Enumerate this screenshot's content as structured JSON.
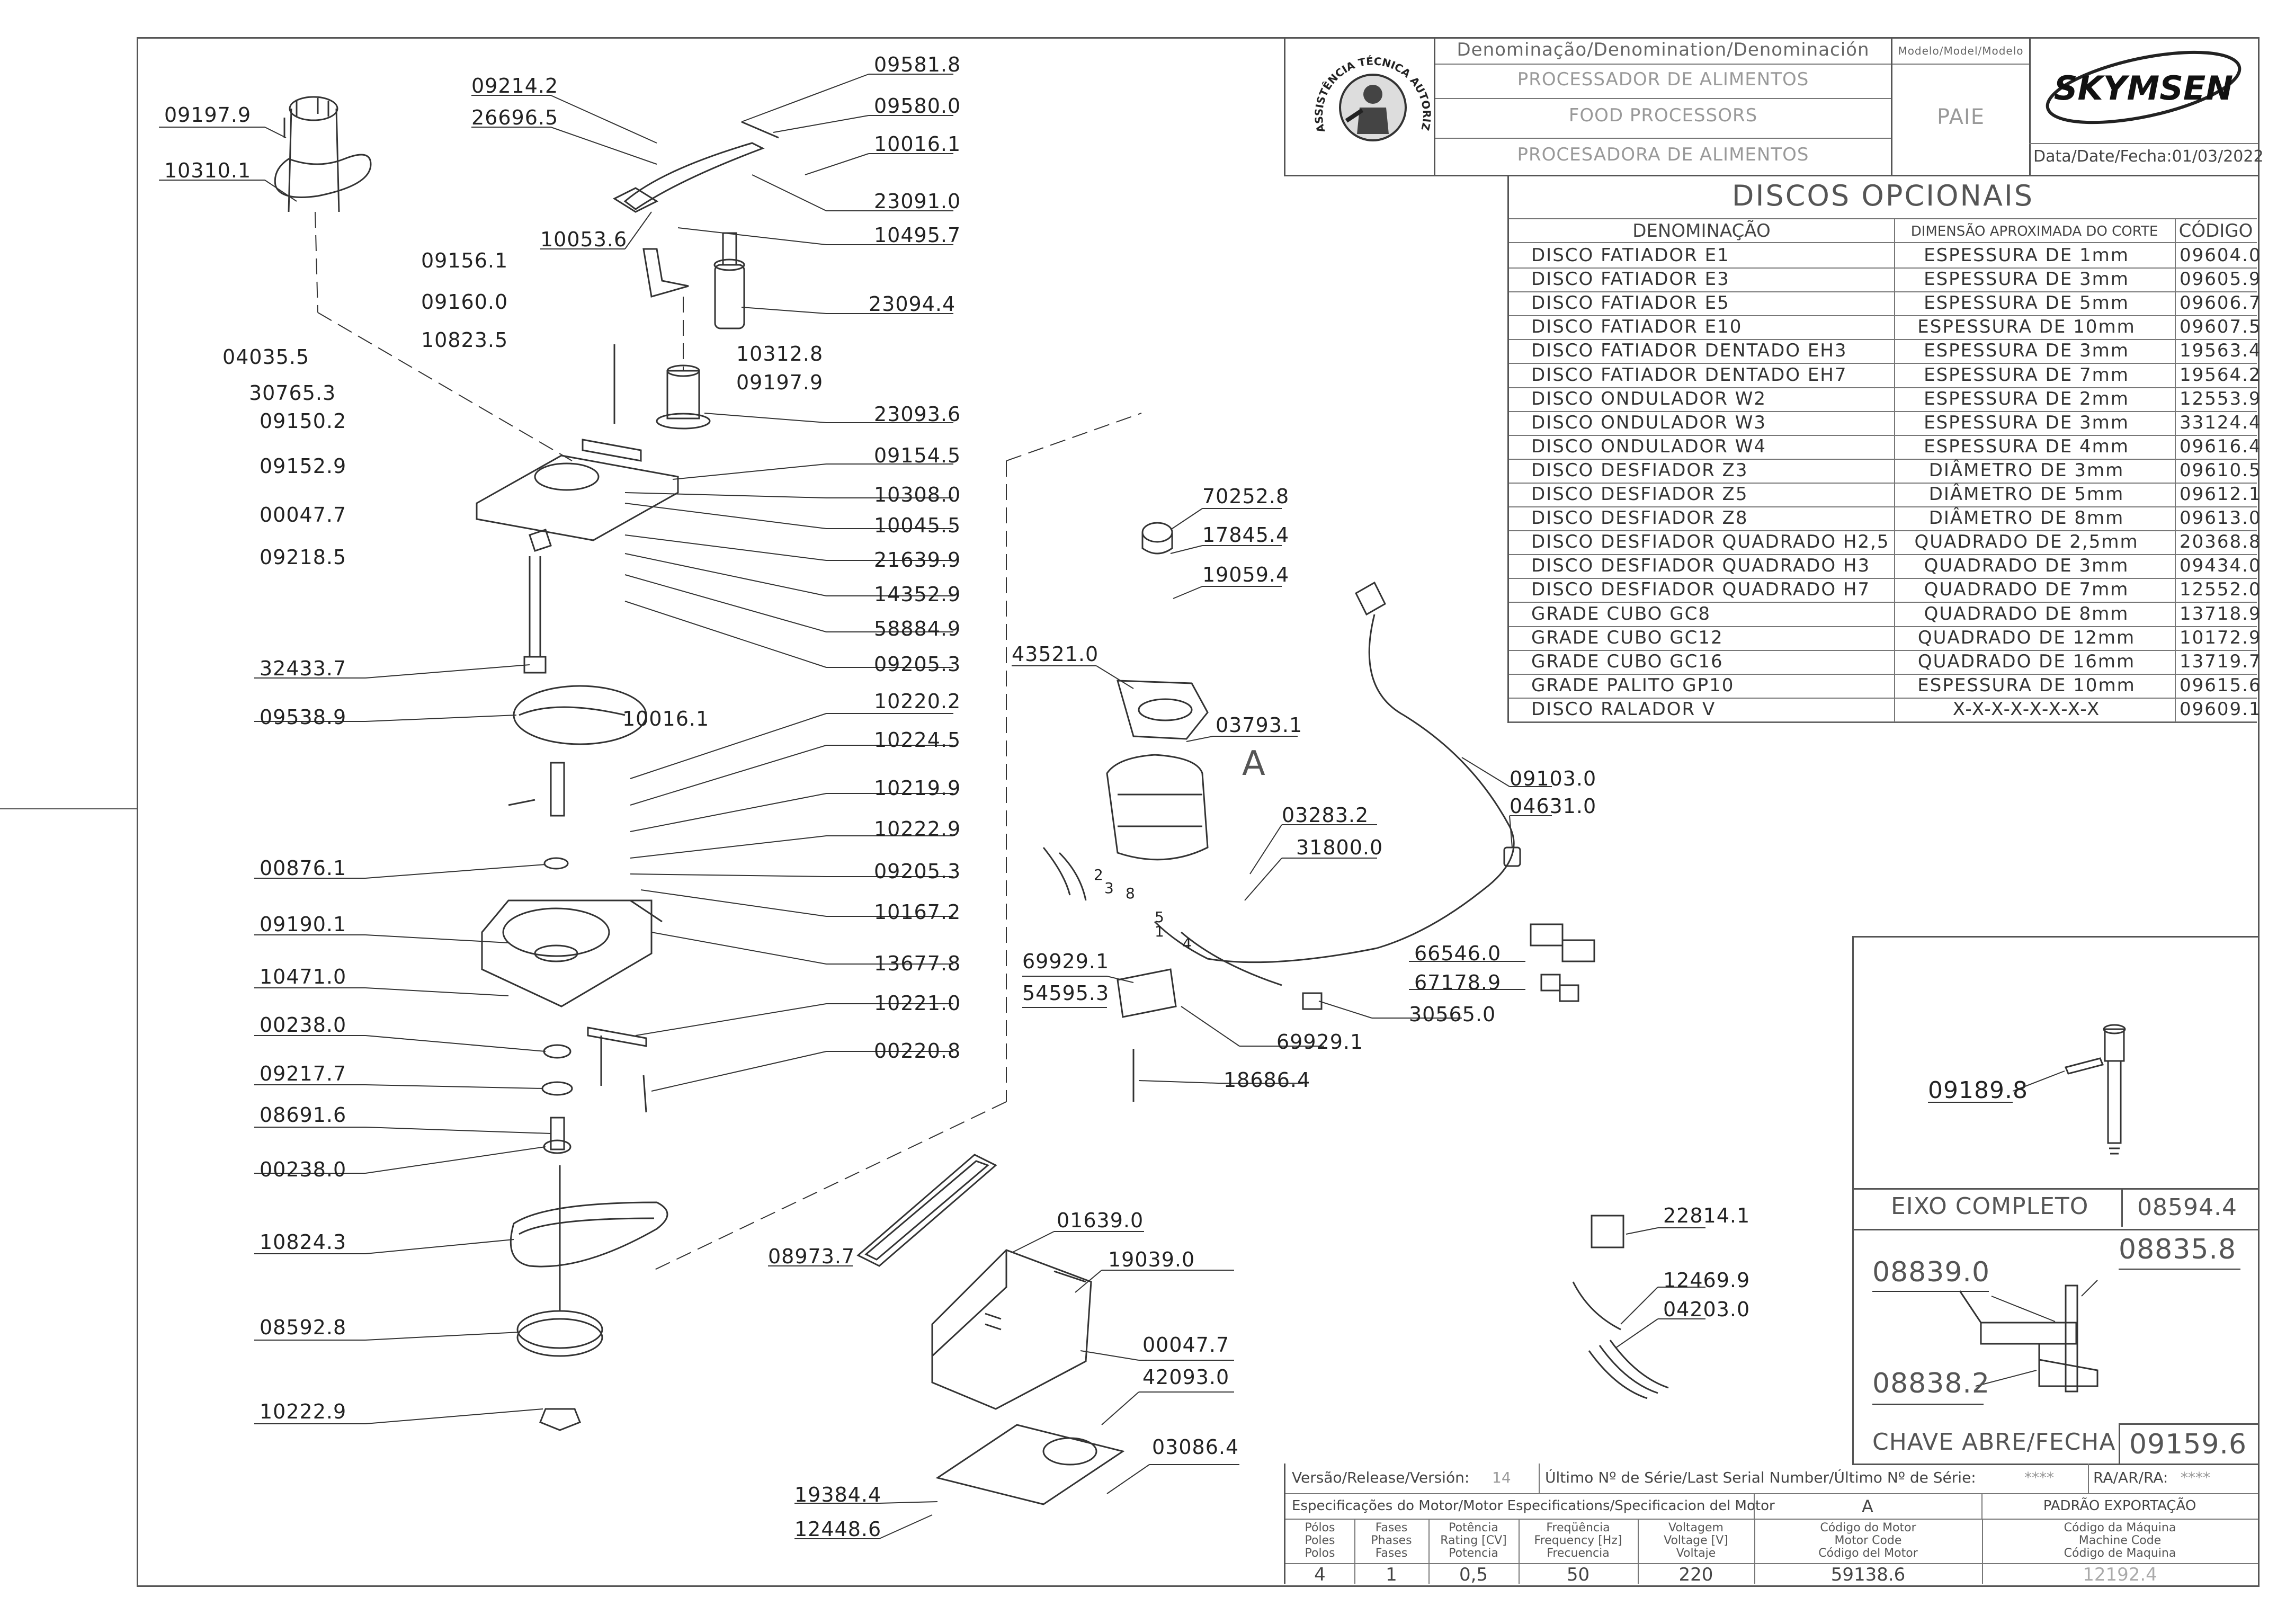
{
  "header": {
    "denomination_label": "Denominação/Denomination/Denominación",
    "model_label": "Modelo/Model/Modelo",
    "names": [
      "PROCESSADOR DE ALIMENTOS",
      "FOOD PROCESSORS",
      "PROCESADORA DE ALIMENTOS"
    ],
    "model": "PAIE",
    "brand": "SKYMSEN",
    "date_label": "Data/Date/Fecha:",
    "date": "01/03/2022",
    "seal_text": "ASSISTÊNCIA TÉCNICA AUTORIZADA"
  },
  "discs_table": {
    "title": "DISCOS OPCIONAIS",
    "headers": [
      "DENOMINAÇÃO",
      "DIMENSÃO APROXIMADA DO CORTE",
      "CÓDIGO"
    ],
    "rows": [
      [
        "DISCO FATIADOR E1",
        "ESPESSURA DE 1mm",
        "09604.0"
      ],
      [
        "DISCO FATIADOR E3",
        "ESPESSURA DE 3mm",
        "09605.9"
      ],
      [
        "DISCO FATIADOR E5",
        "ESPESSURA DE 5mm",
        "09606.7"
      ],
      [
        "DISCO FATIADOR E10",
        "ESPESSURA DE 10mm",
        "09607.5"
      ],
      [
        "DISCO FATIADOR DENTADO EH3",
        "ESPESSURA DE 3mm",
        "19563.4"
      ],
      [
        "DISCO FATIADOR DENTADO EH7",
        "ESPESSURA DE 7mm",
        "19564.2"
      ],
      [
        "DISCO ONDULADOR W2",
        "ESPESSURA DE 2mm",
        "12553.9"
      ],
      [
        "DISCO ONDULADOR W3",
        "ESPESSURA DE 3mm",
        "33124.4"
      ],
      [
        "DISCO ONDULADOR W4",
        "ESPESSURA DE 4mm",
        "09616.4"
      ],
      [
        "DISCO DESFIADOR Z3",
        "DIÂMETRO DE 3mm",
        "09610.5"
      ],
      [
        "DISCO DESFIADOR Z5",
        "DIÂMETRO DE 5mm",
        "09612.1"
      ],
      [
        "DISCO DESFIADOR Z8",
        "DIÂMETRO DE 8mm",
        "09613.0"
      ],
      [
        "DISCO DESFIADOR QUADRADO H2,5",
        "QUADRADO DE 2,5mm",
        "20368.8"
      ],
      [
        "DISCO DESFIADOR QUADRADO H3",
        "QUADRADO DE 3mm",
        "09434.0"
      ],
      [
        "DISCO DESFIADOR QUADRADO H7",
        "QUADRADO DE 7mm",
        "12552.0"
      ],
      [
        "GRADE CUBO GC8",
        "QUADRADO DE 8mm",
        "13718.9"
      ],
      [
        "GRADE CUBO GC12",
        "QUADRADO DE 12mm",
        "10172.9"
      ],
      [
        "GRADE CUBO GC16",
        "QUADRADO DE 16mm",
        "13719.7"
      ],
      [
        "GRADE PALITO GP10",
        "ESPESSURA DE 10mm",
        "09615.6"
      ],
      [
        "DISCO RALADOR V",
        "X-X-X-X-X-X-X-X",
        "09609.1"
      ]
    ]
  },
  "parts_left": [
    "09197.9",
    "10310.1",
    "09214.2",
    "26696.5",
    "09581.8",
    "09580.0",
    "10016.1",
    "23091.0",
    "10053.6",
    "10495.7",
    "09156.1",
    "09160.0",
    "10823.5",
    "04035.5",
    "30765.3",
    "09150.2",
    "23094.4",
    "10312.8",
    "09197.9",
    "23093.6",
    "09152.9",
    "09154.5",
    "00047.7",
    "10308.0",
    "10045.5",
    "09218.5",
    "21639.9",
    "14352.9",
    "58884.9",
    "09205.3",
    "32433.7",
    "09538.9",
    "10016.1",
    "10220.2",
    "10224.5",
    "10219.9",
    "10222.9",
    "00876.1",
    "09205.3",
    "10167.2",
    "09190.1",
    "13677.8",
    "10471.0",
    "10221.0",
    "00238.0",
    "00220.8",
    "09217.7",
    "08691.6",
    "00238.0",
    "10824.3",
    "08592.8",
    "10222.9"
  ],
  "parts_motor": [
    "70252.8",
    "17845.4",
    "19059.4",
    "43521.0",
    "03793.1",
    "09103.0",
    "04631.0",
    "03283.2",
    "31800.0",
    "66546.0",
    "67178.9",
    "69929.1",
    "54595.3",
    "30565.0",
    "69929.1",
    "18686.4"
  ],
  "parts_base": [
    "01639.0",
    "08973.7",
    "19039.0",
    "00047.7",
    "42093.0",
    "03086.4",
    "19384.4",
    "12448.6",
    "22814.1",
    "12469.9",
    "04203.0"
  ],
  "motor_marker": "A",
  "wire_numbers": [
    "2",
    "3",
    "8",
    "5",
    "1",
    "4"
  ],
  "shaft_box": {
    "part": "09189.8",
    "title": "EIXO COMPLETO",
    "code": "08594.4"
  },
  "switch_box": {
    "parts": [
      "08839.0",
      "08835.8",
      "08838.2"
    ],
    "title": "CHAVE ABRE/FECHA",
    "code": "09159.6"
  },
  "footer": {
    "version_label": "Versão/Release/Versión:",
    "version": "14",
    "serial_label": "Último Nº de Série/Last Serial Number/Último Nº de Série:",
    "serial": "****",
    "ra_label": "RA/AR/RA:",
    "ra": "****",
    "motor_spec_label": "Especificações do Motor/Motor Especifications/Specificacion del Motor",
    "motor_ref": "A",
    "export_label": "PADRÃO EXPORTAÇÃO",
    "columns": [
      {
        "label": "Pólos\nPoles\nPolos",
        "value": "4"
      },
      {
        "label": "Fases\nPhases\nFases",
        "value": "1"
      },
      {
        "label": "Potência\nRating [CV]\nPotencia",
        "value": "0,5"
      },
      {
        "label": "Freqüência\nFrequency [Hz]\nFrecuencia",
        "value": "50"
      },
      {
        "label": "Voltagem\nVoltage [V]\nVoltaje",
        "value": "220"
      },
      {
        "label": "Código do Motor\nMotor Code\nCódigo del Motor",
        "value": "59138.6"
      },
      {
        "label": "Código da Máquina\nMachine Code\nCódigo de Maquina",
        "value": "12192.4"
      }
    ]
  }
}
